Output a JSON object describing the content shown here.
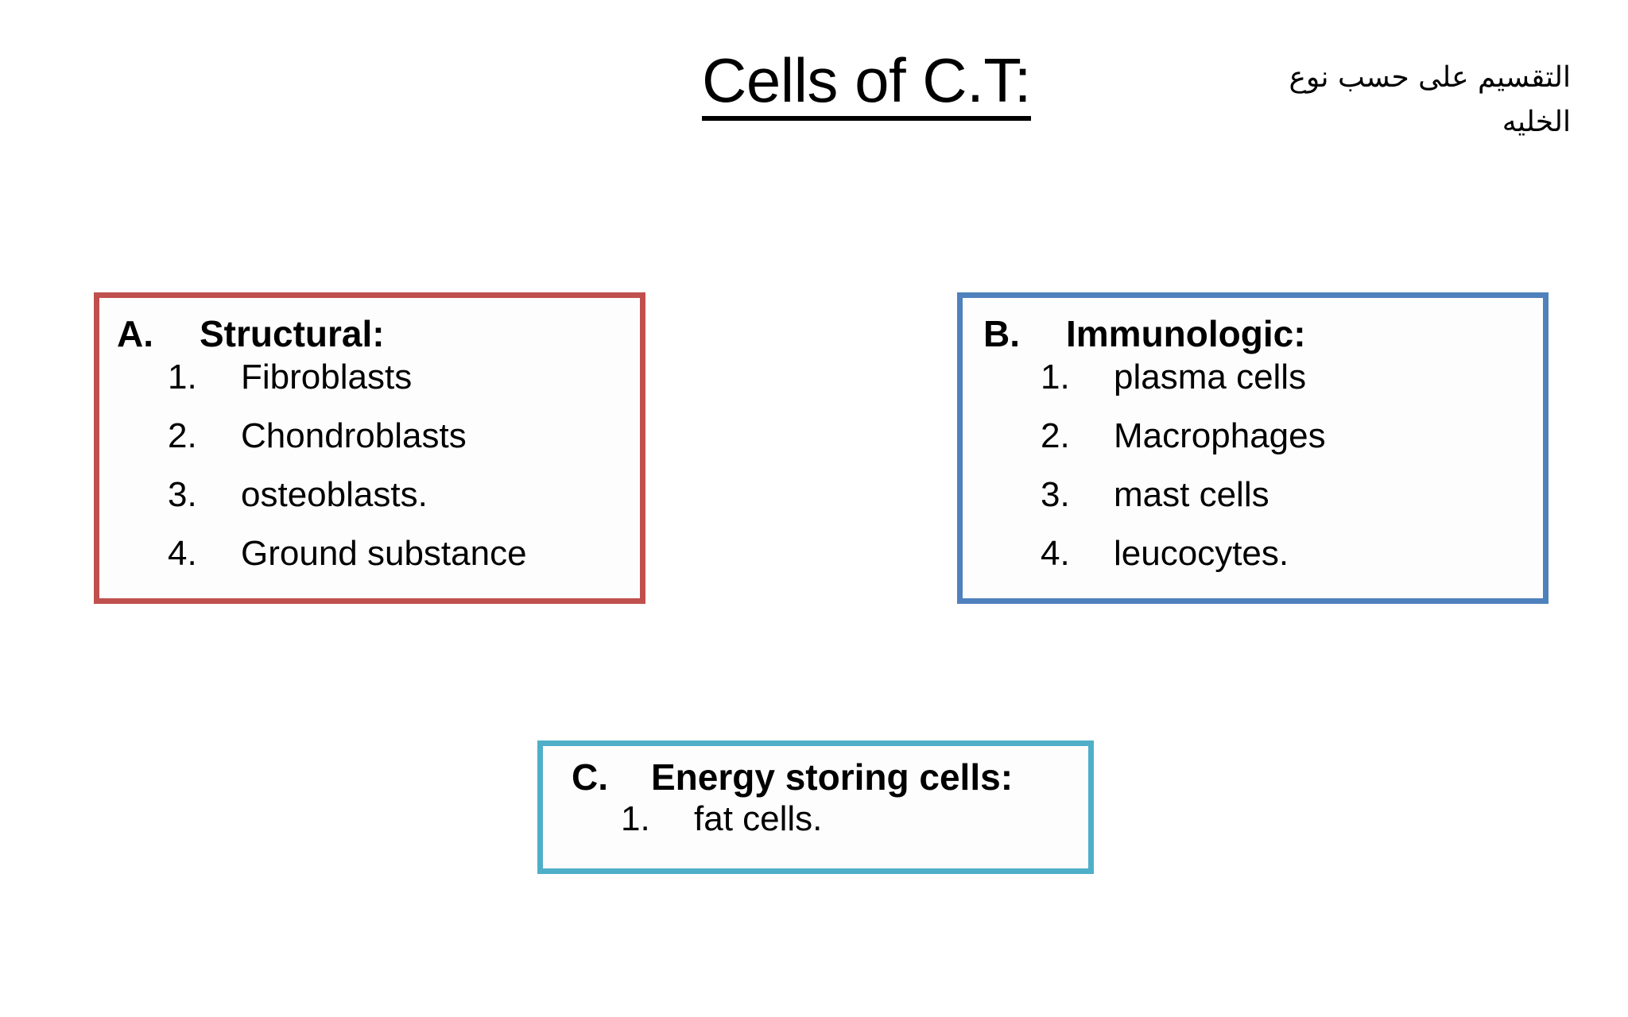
{
  "slide": {
    "background_color": "#FFFFFF",
    "title": "Cells of C.T:",
    "arabic_note": {
      "line1": "التقسيم على حسب نوع",
      "line2": "الخليه"
    }
  },
  "boxes": [
    {
      "id": "structural",
      "marker": "A.",
      "heading": "Structural:",
      "border_color": "#C0504D",
      "items": [
        {
          "marker": "1.",
          "text": "Fibroblasts"
        },
        {
          "marker": "2.",
          "text": "Chondroblasts"
        },
        {
          "marker": "3.",
          "text": "osteoblasts."
        },
        {
          "marker": "4.",
          "text": "Ground substance"
        }
      ]
    },
    {
      "id": "immunologic",
      "marker": "B.",
      "heading": "Immunologic:",
      "border_color": "#4F81BD",
      "items": [
        {
          "marker": "1.",
          "text": "plasma cells"
        },
        {
          "marker": "2.",
          "text": "Macrophages"
        },
        {
          "marker": "3.",
          "text": "mast cells"
        },
        {
          "marker": "4.",
          "text": "leucocytes."
        }
      ]
    },
    {
      "id": "energy-storing",
      "marker": "C.",
      "heading": "Energy storing cells:",
      "border_color": "#4FAFC8",
      "items": [
        {
          "marker": "1.",
          "text": "fat cells."
        }
      ]
    }
  ]
}
